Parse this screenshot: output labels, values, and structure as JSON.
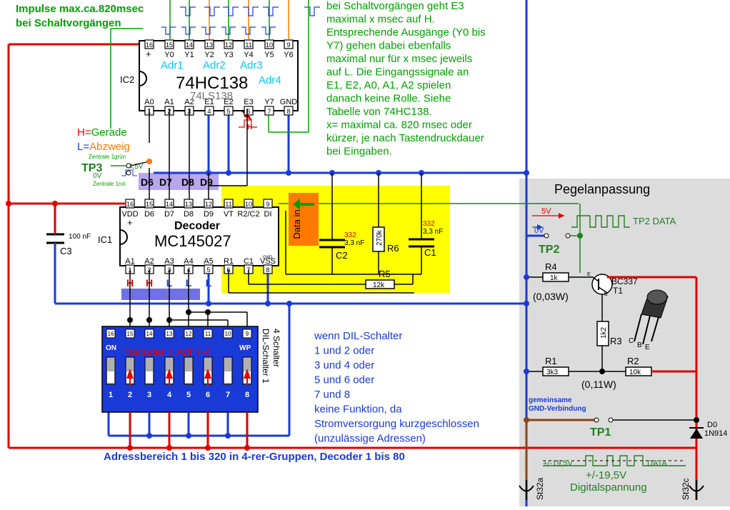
{
  "colors": {
    "red": "#e00000",
    "blue": "#1a3ad8",
    "green": "#00a000",
    "orange": "#ff7a00",
    "cyan": "#00c8ff",
    "yellow": "#ffff00",
    "purple": "#a890e0",
    "grey": "#dcdcdc",
    "brown": "#8b4513",
    "darkgreen": "#208020",
    "blue_highlight": "#7070e8"
  },
  "header": {
    "note_line1": "Impulse max.ca.820msec",
    "note_line2": "bei Schaltvorgängen"
  },
  "explanation": {
    "lines": [
      "bei Schaltvorgängen  geht E3",
      "maximal x msec auf H.",
      "Entsprechende Ausgänge (Y0 bis",
      "Y7) gehen dabei ebenfalls",
      "maximal nur für x msec jeweils",
      "auf L. Die Eingangssignale an",
      "E1, E2, A0, A1, A2 spielen",
      "danach keine Rolle. Siehe",
      "Tabelle von 74HC138.",
      "x= maximal ca. 820 msec oder",
      "kürzer, je nach Tastendruckdauer",
      "bei Eingaben."
    ]
  },
  "ic2": {
    "ref": "IC2",
    "name": "74HC138",
    "alt": "74LS138",
    "plus": "+",
    "top_pins": [
      "16",
      "15",
      "14",
      "13",
      "12",
      "11",
      "10",
      "9"
    ],
    "top_labels": [
      "Y0",
      "Y1",
      "Y2",
      "Y3",
      "Y4",
      "Y5",
      "Y6"
    ],
    "bottom_pins": [
      "1",
      "2",
      "3",
      "4",
      "5",
      "6",
      "7",
      "8"
    ],
    "bottom_labels": [
      "A0",
      "A1",
      "A2",
      "E1",
      "E2",
      "E3",
      "Y7",
      "GND"
    ],
    "adr_labels": [
      "Adr1",
      "Adr2",
      "Adr3",
      "Adr4"
    ],
    "h_mark": "H"
  },
  "legend": {
    "h_prefix": "H=",
    "h_text": "Gerade",
    "l_prefix": "L=",
    "l_text": "Abzweig"
  },
  "tp3": {
    "label": "TP3",
    "zentrale1": "Zentrale 1grün",
    "voltage": "4,5V",
    "zero": "0V",
    "zentrale2": "Zentrale 1rot"
  },
  "bus_labels": [
    "D6",
    "D7",
    "D8",
    "D9"
  ],
  "ic1": {
    "ref": "IC1",
    "title": "Decoder",
    "name": "MC145027",
    "plus": "+",
    "top_pins": [
      "16",
      "15",
      "14",
      "13",
      "12",
      "11",
      "10",
      "9"
    ],
    "top_labels": [
      "VDD",
      "D6",
      "D7",
      "D8",
      "D9",
      "VT",
      "R2/C2",
      "DI"
    ],
    "bottom_pins": [
      "1",
      "2",
      "3",
      "4",
      "5",
      "6",
      "7",
      "8"
    ],
    "bottom_labels": [
      "A1",
      "A2",
      "A3",
      "A4",
      "A5",
      "R1",
      "C1",
      "VSS"
    ],
    "gnd_label": "GND",
    "level_marks": [
      "H",
      "H",
      "L",
      "L",
      "L"
    ]
  },
  "c3": {
    "ref": "C3",
    "value": "100 nF"
  },
  "data_in": "Data in",
  "components": {
    "c2": {
      "ref": "C2",
      "code": "332",
      "value": "3,3 nF"
    },
    "c1": {
      "ref": "C1",
      "code": "332",
      "value": "3,3 nF"
    },
    "r6": {
      "ref": "R6",
      "value": "270k"
    },
    "r5": {
      "ref": "R5",
      "value": "12k"
    }
  },
  "dil": {
    "caption": "DIL-Schalter 1",
    "caption2": "4 Schalter",
    "on": "ON",
    "wp": "WP",
    "decoder_label": "Decoder 1 Adr 1-4",
    "numbers": [
      "1",
      "2",
      "3",
      "4",
      "5",
      "6",
      "7",
      "8"
    ],
    "top_numbers": [
      "16",
      "15",
      "14",
      "13",
      "12",
      "11",
      "10",
      "9"
    ]
  },
  "dil_note": {
    "lines": [
      "wenn DIL-Schalter",
      "1 und 2 oder",
      "3 und 4 oder",
      "5 und 6 oder",
      "7 und 8",
      "keine Funktion, da",
      "Stromversorgung kurzgeschlossen",
      "(unzulässige Adressen)"
    ]
  },
  "address_range": "Adressbereich 1 bis 320 in 4-rer-Gruppen, Decoder 1 bis 80",
  "pegel": {
    "title": "Pegelanpassung",
    "v5": "5V",
    "v0": "0V",
    "tp2": "TP2",
    "tp2_data": "TP2 DATA",
    "r4": {
      "ref": "R4",
      "value": "1k",
      "power": "(0,03W)"
    },
    "r3": {
      "ref": "R3",
      "value": "1k2"
    },
    "r1": {
      "ref": "R1",
      "value": "3k3"
    },
    "r2": {
      "ref": "R2",
      "value": "10k"
    },
    "power2": "(0,11W)",
    "t1": {
      "type": "BC337",
      "ref": "T1",
      "c": "C",
      "b": "B",
      "e": "E"
    },
    "gnd_note1": "gemeinsame",
    "gnd_note2": "GND-Verbindung",
    "tp1": "TP1",
    "d0": {
      "ref": "D0",
      "type": "1N914"
    },
    "st32a": "St32a",
    "st32c": "St32c",
    "digital_v": "+/-19,5V",
    "digital_v2": "+/-19,5V",
    "data_label": "DATA",
    "digital_label": "Digitalspannung"
  }
}
